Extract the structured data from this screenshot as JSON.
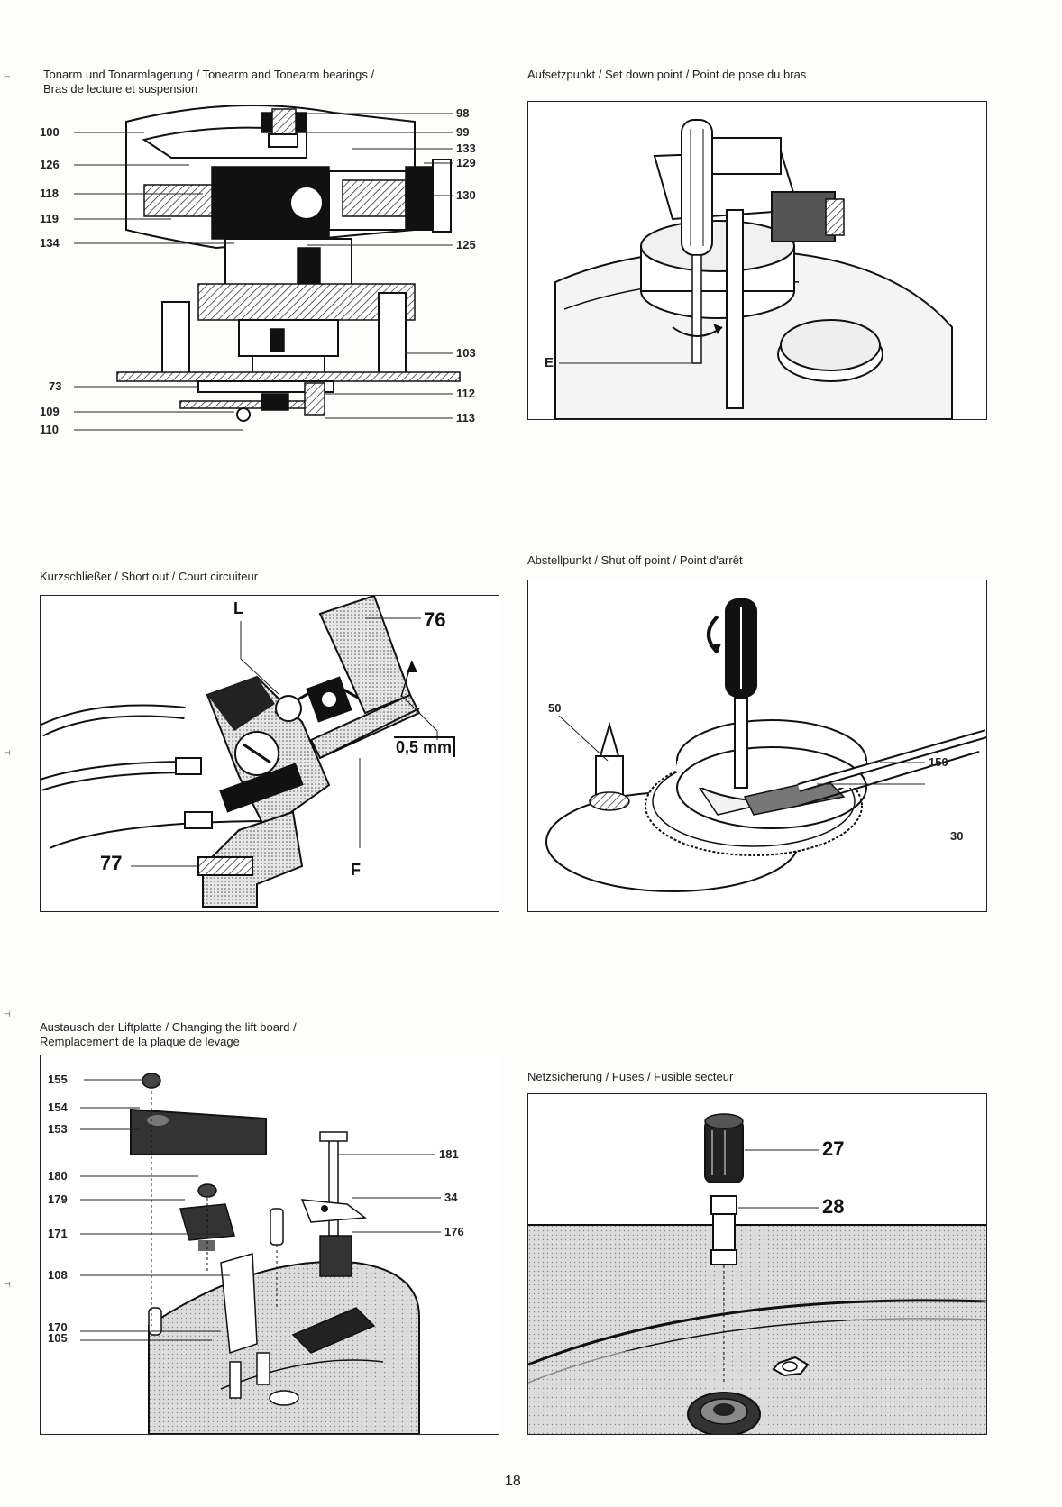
{
  "page_number": "18",
  "sections": {
    "tonearm": {
      "caption_line1": "Tonarm und Tonarmlagerung / Tonearm and Tonearm bearings /",
      "caption_line2": "Bras de lecture et suspension",
      "left_labels": [
        "100",
        "126",
        "118",
        "119",
        "134",
        "73",
        "109",
        "110"
      ],
      "right_labels": [
        "98",
        "99",
        "133",
        "129",
        "130",
        "125",
        "103",
        "112",
        "113"
      ]
    },
    "setdown": {
      "caption": "Aufsetzpunkt / Set down point / Point de pose du bras",
      "label_e": "E"
    },
    "shortout": {
      "caption": "Kurzschließer / Short out / Court circuiteur",
      "label_l": "L",
      "label_76": "76",
      "label_05": "0,5 mm",
      "label_77": "77",
      "label_f": "F"
    },
    "shutoff": {
      "caption": "Abstellpunkt / Shut off point / Point d'arrêt",
      "label_50": "50",
      "label_150": "150",
      "label_30": "30"
    },
    "liftboard": {
      "caption_line1": "Austausch der Liftplatte / Changing the lift board /",
      "caption_line2": "Remplacement de la plaque de levage",
      "left_labels": [
        "155",
        "154",
        "153",
        "180",
        "179",
        "171",
        "108",
        "170",
        "105"
      ],
      "right_labels": [
        "181",
        "34",
        "176"
      ]
    },
    "fuses": {
      "caption": "Netzsicherung / Fuses / Fusible secteur",
      "label_27": "27",
      "label_28": "28"
    }
  }
}
